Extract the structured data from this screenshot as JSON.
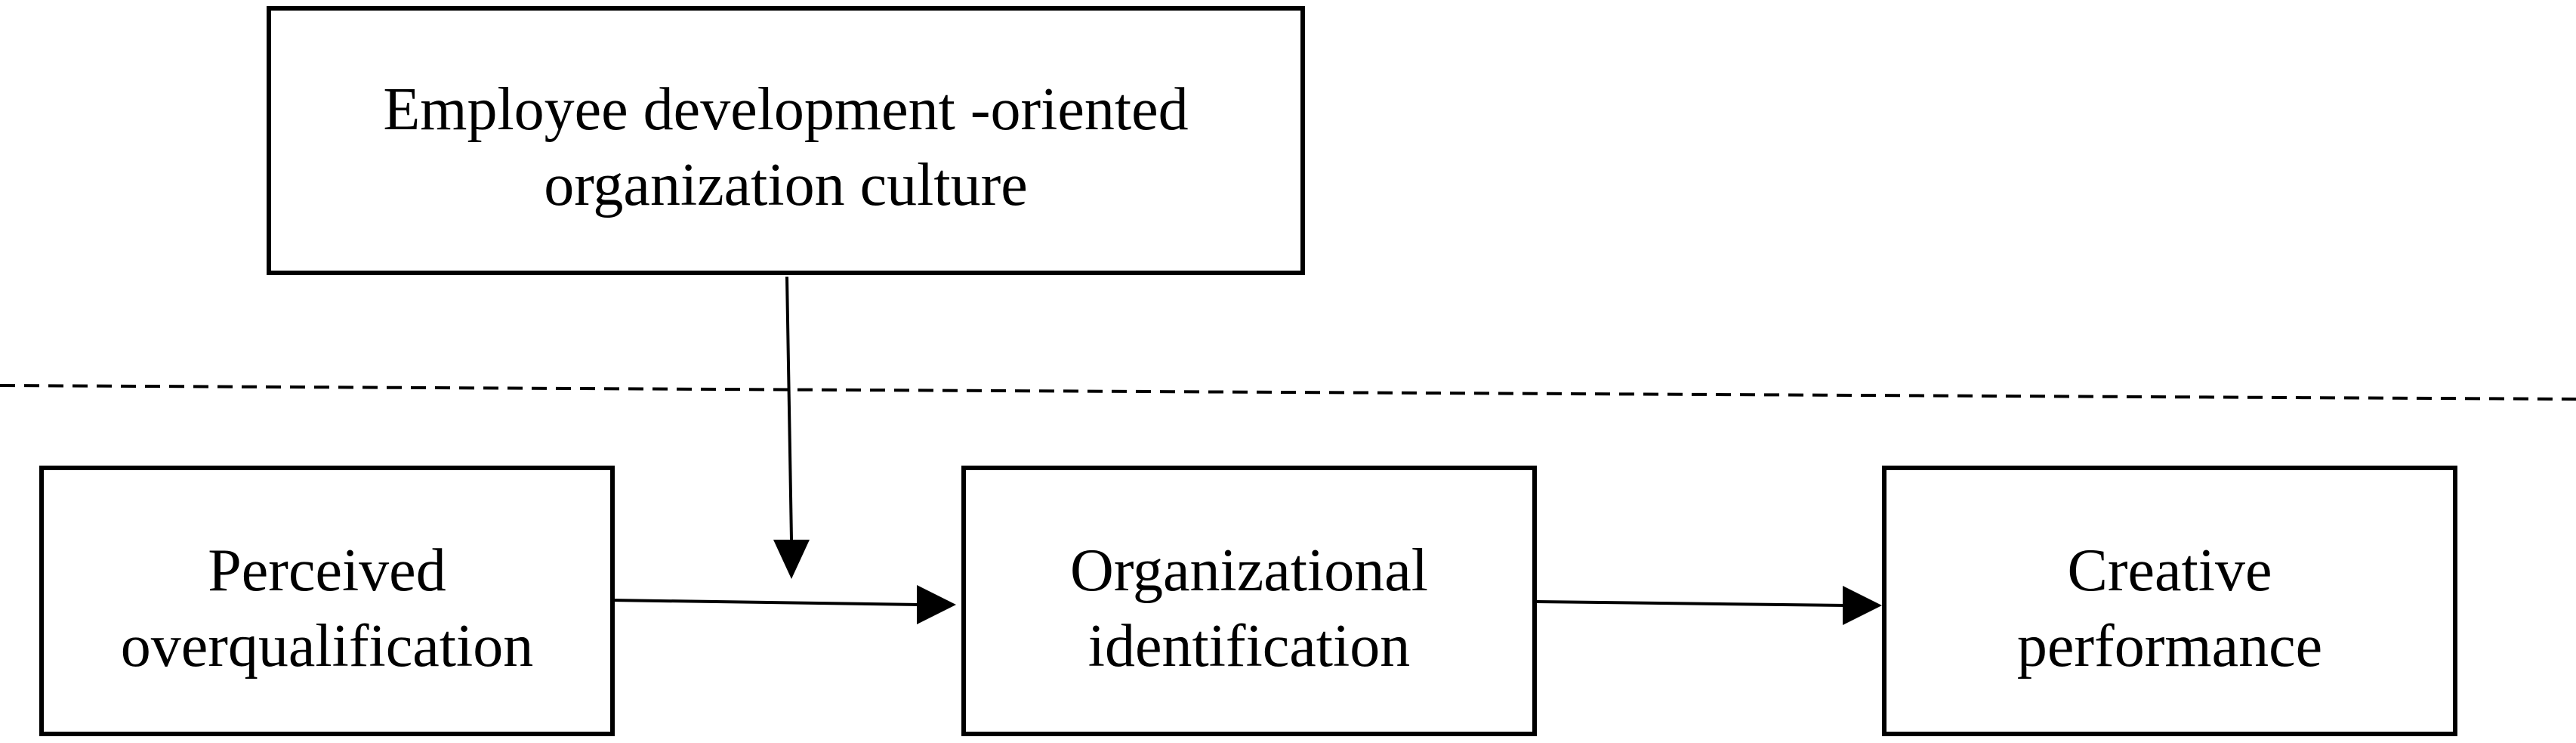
{
  "colors": {
    "line": "#000000",
    "background": "#ffffff"
  },
  "diagram": {
    "moderator": {
      "line1": "Employee development -oriented",
      "line2": "organization culture"
    },
    "predictor": {
      "line1": "Perceived",
      "line2": "overqualification"
    },
    "mediator": {
      "line1": "Organizational",
      "line2": "identification"
    },
    "outcome": {
      "line1": "Creative",
      "line2": "performance"
    }
  }
}
